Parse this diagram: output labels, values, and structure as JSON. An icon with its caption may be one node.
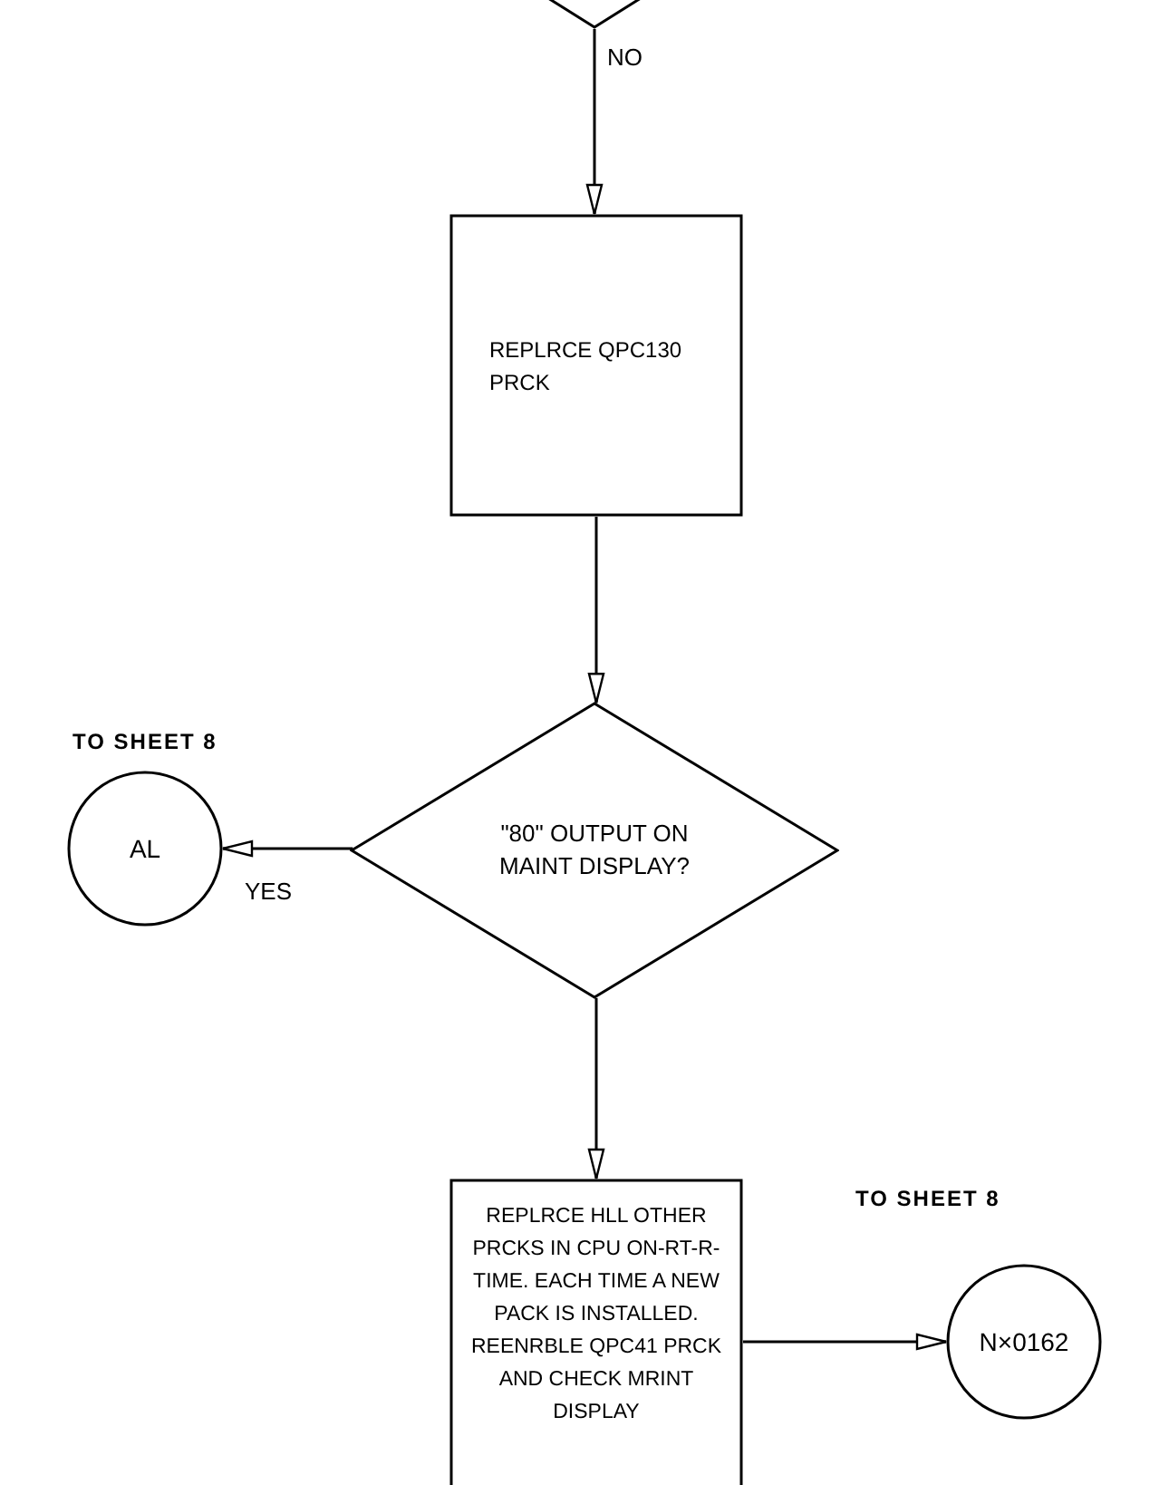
{
  "diagram": {
    "nodes": [
      {
        "text": [],
        "shape": "diamond"
      },
      {
        "text": [
          "REPLRCE QPC130 PRCK"
        ]
      },
      {
        "text": [
          "\"80\" OUTPUT ON MAINT DISPLAY?"
        ]
      },
      {
        "text": [
          "AL"
        ],
        "beside": [
          "TO SHEET 8"
        ]
      },
      {
        "text": [
          "REPLRCE HLL OTHER PRCKS IN CPU ON-RT-R-TIME. EACH TIME A NEW PACK IS INSTALLED. REENRBLE QPC41 PRCK AND CHECK MRINT DISPLAY"
        ]
      },
      {
        "text": [
          "N×0162"
        ],
        "beside": [
          "TO SHEET 8"
        ]
      }
    ],
    "edges": [
      {
        "from": 0,
        "to": 1,
        "arrow": "to",
        "label": "NO"
      },
      {
        "from": 1,
        "to": 2,
        "arrow": "to"
      },
      {
        "from": 2,
        "to": 3,
        "arrow": "to",
        "label": "YES"
      },
      {
        "from": 2,
        "to": 4,
        "arrow": "to"
      },
      {
        "from": 4,
        "to": 5,
        "arrow": "to"
      }
    ]
  }
}
